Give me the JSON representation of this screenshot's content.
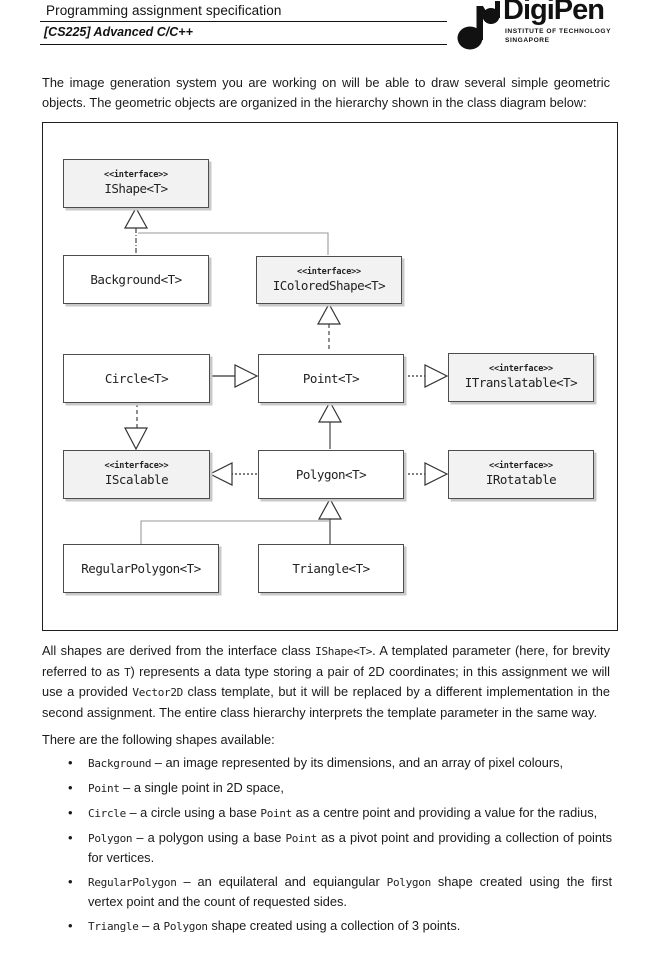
{
  "header": {
    "title": "Programming assignment specification",
    "course": "[CS225] Advanced C/C++",
    "logo": {
      "mark_icon": "digipen-double-note-logo",
      "name": "DigiPen",
      "tagline1": "INSTITUTE OF TECHNOLOGY",
      "tagline2": "SINGAPORE"
    }
  },
  "intro": "The image generation system you are working on will be able to draw several simple geometric objects. The geometric objects are organized in the hierarchy shown in the class diagram below:",
  "diagram": {
    "stereotype_label": "<<interface>>",
    "boxes": [
      {
        "id": "ishape",
        "stereotype": "<<interface>>",
        "name": "IShape<T>"
      },
      {
        "id": "background",
        "stereotype": "",
        "name": "Background<T>"
      },
      {
        "id": "icoloredshape",
        "stereotype": "<<interface>>",
        "name": "IColoredShape<T>"
      },
      {
        "id": "circle",
        "stereotype": "",
        "name": "Circle<T>"
      },
      {
        "id": "point",
        "stereotype": "",
        "name": "Point<T>"
      },
      {
        "id": "itranslatable",
        "stereotype": "<<interface>>",
        "name": "ITranslatable<T>"
      },
      {
        "id": "iscalable",
        "stereotype": "<<interface>>",
        "name": "IScalable"
      },
      {
        "id": "polygon",
        "stereotype": "",
        "name": "Polygon<T>"
      },
      {
        "id": "irotatable",
        "stereotype": "<<interface>>",
        "name": "IRotatable"
      },
      {
        "id": "regularpolygon",
        "stereotype": "",
        "name": "RegularPolygon<T>"
      },
      {
        "id": "triangle",
        "stereotype": "",
        "name": "Triangle<T>"
      }
    ]
  },
  "derived": {
    "t0": "All shapes are derived from the interface class ",
    "c0": "IShape<T>",
    "t1": ". A templated parameter (here, for brevity referred to as ",
    "c1": "T",
    "t2": ") represents a data type storing a pair of 2D coordinates; in this assignment we will use a provided ",
    "c2": "Vector2D",
    "t3": " class template, but it will be replaced by a different implementation in the second assignment. The entire class hierarchy interprets the template parameter in the same way."
  },
  "shapes_intro": "There are the following shapes available:",
  "bullets": [
    {
      "c0": "Background",
      "t0": " – an image represented by its dimensions, and an array of pixel colours,"
    },
    {
      "c0": "Point",
      "t0": " – a single point in 2D space,"
    },
    {
      "c0": "Circle",
      "t0": " – a circle using a base ",
      "c1": "Point",
      "t1": " as a centre point and providing a value for the radius,"
    },
    {
      "c0": "Polygon",
      "t0": " – a polygon using a base ",
      "c1": "Point",
      "t1": " as a pivot point and providing a collection of points for vertices."
    },
    {
      "c0": "RegularPolygon",
      "t0": " – an equilateral and equiangular ",
      "c1": "Polygon",
      "t1": " shape created using the first vertex point and the count of requested sides."
    },
    {
      "c0": "Triangle",
      "t0": " – a ",
      "c1": "Polygon",
      "t1": " shape created using a collection of 3 points."
    }
  ],
  "colors": {
    "text": "#1a1a1a",
    "box_border": "#4d4d4d",
    "interface_fill": "#f2f2f2",
    "class_fill": "#ffffff",
    "logo": "#111111",
    "connector": "#333333",
    "hub_line": "#9a9a9a"
  }
}
